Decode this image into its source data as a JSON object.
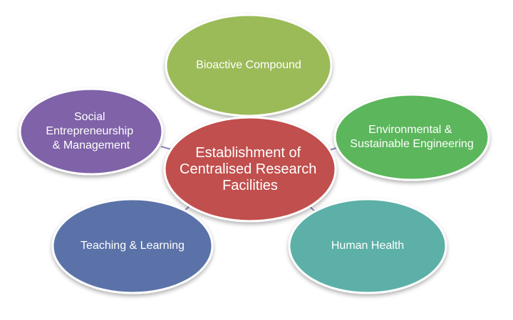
{
  "diagram": {
    "center": {
      "lines": [
        "Establishment of",
        "Centralised Research",
        "Facilities"
      ],
      "color": "#c0504d"
    },
    "nodes": [
      {
        "id": "bioactive",
        "lines": [
          "Bioactive Compound"
        ],
        "color": "#9bbb59"
      },
      {
        "id": "environmental",
        "lines": [
          "Environmental &",
          "Sustainable Engineering"
        ],
        "color": "#5cb65c"
      },
      {
        "id": "human-health",
        "lines": [
          "Human Health"
        ],
        "color": "#5bb0a8"
      },
      {
        "id": "teaching",
        "lines": [
          "Teaching & Learning"
        ],
        "color": "#5a72a8"
      },
      {
        "id": "social",
        "lines": [
          "Social",
          "Entrepreneurship",
          "& Management"
        ],
        "color": "#7f62a8"
      }
    ],
    "connector_color": "#8f86b8"
  }
}
